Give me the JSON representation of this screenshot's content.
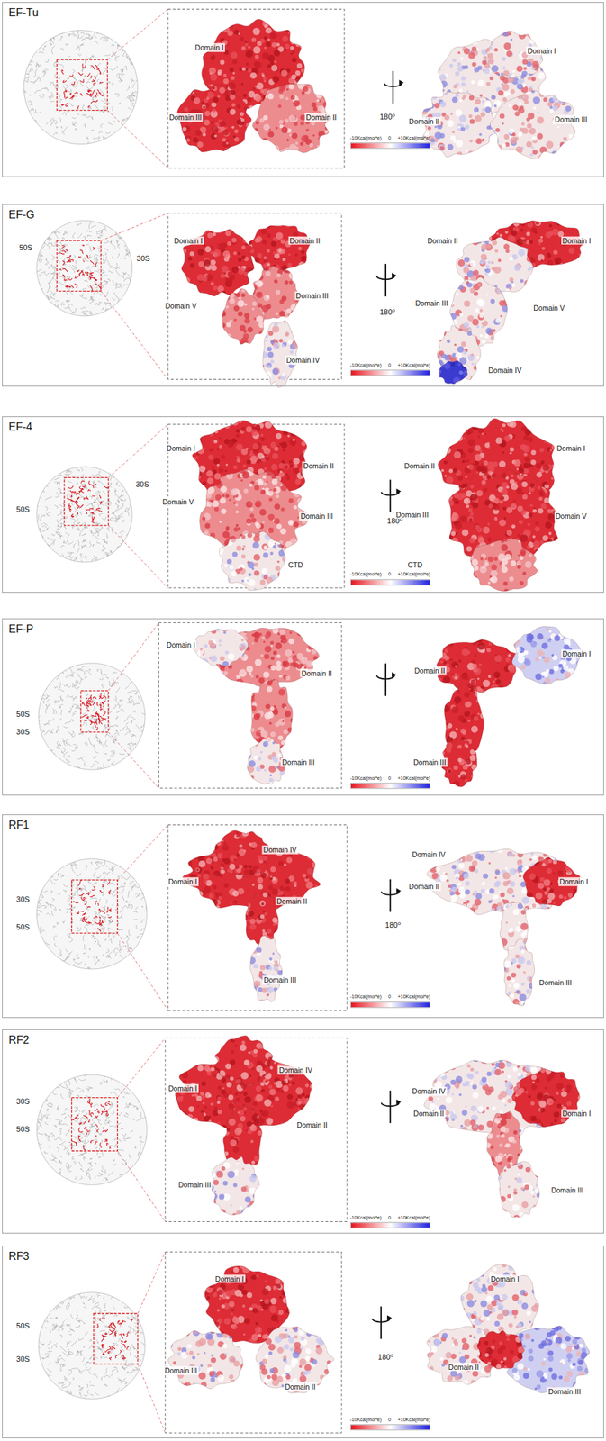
{
  "diagram": {
    "nodes": [
      {
        "text": [
          "EF-Tu"
        ]
      },
      {
        "text": [
          "EF-G"
        ]
      },
      {
        "text": [
          "EF-4"
        ]
      },
      {
        "text": [
          "EF-P"
        ]
      },
      {
        "text": [
          "RF1"
        ]
      },
      {
        "text": [
          "RF2"
        ]
      },
      {
        "text": [
          "RF3"
        ]
      }
    ],
    "labels": [
      "Domain I",
      "Domain III",
      "Domain II",
      "-10Kcal(mol*e)",
      "0",
      "+10Kcal(mol*e)",
      "180⁰",
      "Domain I",
      "Domain II",
      "Domain III",
      "50S",
      "30S",
      "Domain I",
      "Domain II",
      "Domain V",
      "Domain III",
      "Domain IV",
      "-10Kcal(mol*e)",
      "0",
      "+10Kcal(mol*e)",
      "180⁰",
      "Domain II",
      "Domain I",
      "Domain III",
      "Domain V",
      "Domain IV",
      "50S",
      "30S",
      "Domain I",
      "Domain II",
      "Domain V",
      "Domain III",
      "CTD",
      "-10Kcal(mol*e)",
      "0",
      "+10Kcal(mol*e)",
      "180⁰",
      "Domain II",
      "Domain I",
      "Domain III",
      "Domain V",
      "CTD",
      "50S",
      "30S",
      "Domain I",
      "Domain II",
      "Domain III",
      "-10Kcal(mol*e)",
      "0",
      "+10Kcal(mol*e)",
      "Domain II",
      "Domain I",
      "Domain III",
      "30S",
      "50S",
      "Domain I",
      "Domain IV",
      "Domain II",
      "Domain III",
      "-10Kcal(mol*e)",
      "0",
      "+10Kcal(mol*e)",
      "180⁰",
      "Domain IV",
      "Domain I",
      "Domain II",
      "Domain III",
      "30S",
      "50S",
      "Domain I",
      "Domain IV",
      "Domain II",
      "Domain III",
      "-10Kcal(mol*e)",
      "0",
      "+10Kcal(mol*e)",
      "Domain IV",
      "Domain I",
      "Domain II",
      "Domain III",
      "50S",
      "30S",
      "Domain I",
      "Domain III",
      "Domain II",
      "-10Kcal(mol*e)",
      "0",
      "+10Kcal(mol*e)",
      "180⁰",
      "Domain I",
      "Domain II",
      "Domain III"
    ]
  }
}
